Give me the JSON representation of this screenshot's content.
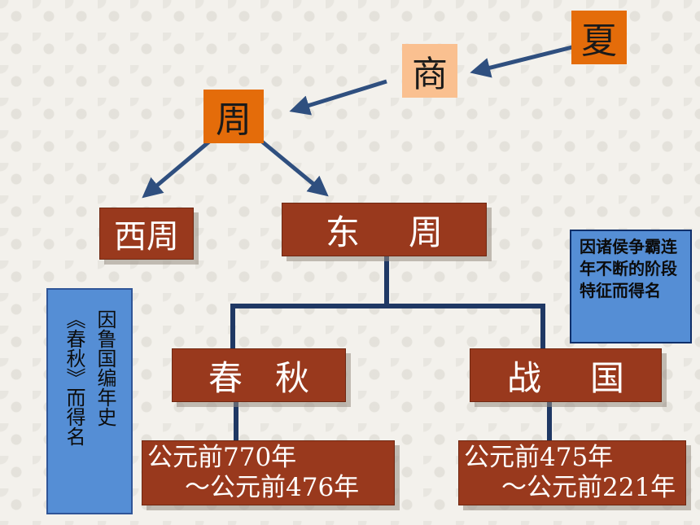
{
  "dynasties": {
    "xia": "夏",
    "shang": "商",
    "zhou": "周"
  },
  "branches": {
    "west": "西周",
    "east_part1": "东",
    "east_part2": "周"
  },
  "periods": {
    "spring_autumn_part1": "春",
    "spring_autumn_part2": "秋",
    "warring_states_part1": "战",
    "warring_states_part2": "国"
  },
  "dates": {
    "spring_autumn_line1": "公元前770年",
    "spring_autumn_line2": "～公元前476年",
    "warring_states_line1": "公元前475年",
    "warring_states_line2": "～公元前221年"
  },
  "notes": {
    "warring_states": "因诸侯争霸连年不断的阶段特征而得名",
    "spring_autumn_col1": "因鲁国编年史",
    "spring_autumn_col2": "《春秋》而得名"
  },
  "colors": {
    "brown_box": "#99391d",
    "orange_box": "#e46c0a",
    "peach_box": "#fac090",
    "note_blue": "#558ed5",
    "arrow_blue": "#2f4f7f",
    "connector_navy": "#1f3864"
  }
}
